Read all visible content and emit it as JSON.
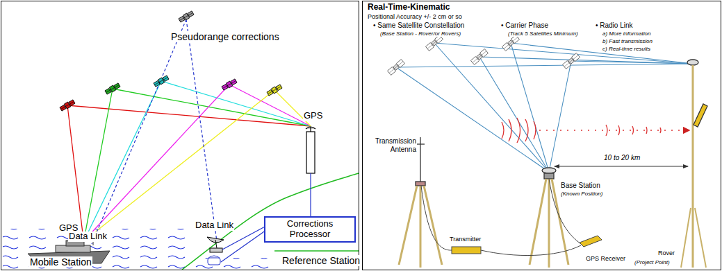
{
  "diagram": {
    "nodes": [
      {
        "text": [
          "Corrections Processor"
        ]
      }
    ],
    "labels": [
      "Pseudorange corrections",
      "GPS",
      "Data Link",
      "Mobile Station",
      "Data Link",
      "GPS",
      "Reference Station",
      "Real-Time-Kinematic",
      "Positional Accuracy +/- 2 cm or so",
      "• Same Satellite Constellation",
      "(Base Station - Rover/or Rovers)",
      "• Carrier Phase",
      "(Track 5 Satellites Minimum)",
      "• Radio Link",
      "a) More information",
      "b) Fast transmission",
      "c) Real-time results",
      "Transmission Antenna",
      "Base Station",
      "(Known Position)",
      "10 to 20 km",
      "Transmitter",
      "GPS Receiver",
      "Rover",
      "(Project Point)"
    ]
  }
}
